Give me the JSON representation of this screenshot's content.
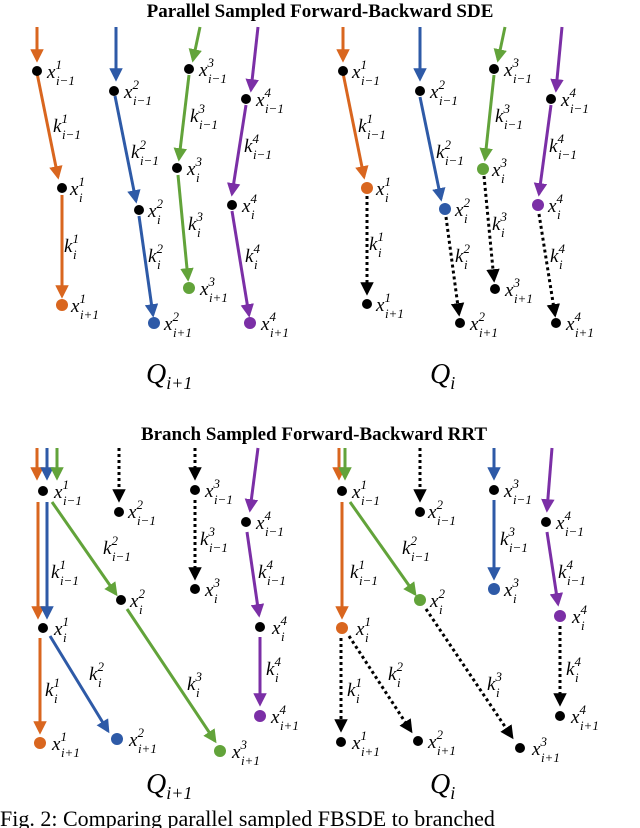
{
  "figure": {
    "top_title": "Parallel Sampled Forward-Backward SDE",
    "bottom_title": "Branch Sampled Forward-Backward RRT",
    "caption": "Fig. 2: Comparing parallel sampled FBSDE to branched",
    "q_next": {
      "base": "Q",
      "sub": "i+1"
    },
    "q_curr": {
      "base": "Q",
      "sub": "i"
    }
  },
  "colors": {
    "orange": "#d9661f",
    "blue": "#2e5aa7",
    "green": "#62a33a",
    "purple": "#7b2fa6",
    "black": "#000000"
  }
}
